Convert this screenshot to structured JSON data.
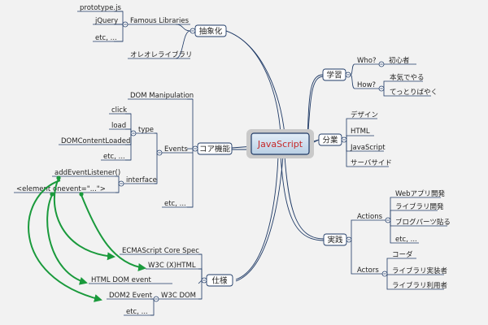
{
  "center": "JavaScript",
  "branches": {
    "abstraction": {
      "label": "抽象化",
      "famous_libraries": {
        "label": "Famous Libraries",
        "items": [
          "prototype.js",
          "jQuery",
          "etc, ..."
        ]
      },
      "own_library": "オレオレライブラリ"
    },
    "core": {
      "label": "コア機能",
      "dom_manipulation": "DOM Manipulation",
      "events": {
        "label": "Events",
        "type": {
          "label": "type",
          "items": [
            "click",
            "load",
            "DOMContentLoaded",
            "etc, ..."
          ]
        },
        "interface": {
          "label": "interface",
          "items": [
            "addEventListener()",
            "<element onevent=\"...\">"
          ]
        }
      },
      "etc": "etc, ..."
    },
    "spec": {
      "label": "仕様",
      "ecmascript": "ECMAScript Core Spec",
      "w3c_xhtml": "W3C (X)HTML",
      "html_dom_event": "HTML DOM event",
      "w3c_dom": {
        "label": "W3C DOM",
        "items": [
          "DOM2 Event",
          "etc, ..."
        ]
      }
    },
    "learning": {
      "label": "学習",
      "who": {
        "label": "Who?",
        "items": [
          "初心者"
        ]
      },
      "how": {
        "label": "How?",
        "items": [
          "本気でやる",
          "てっとりばやく"
        ]
      }
    },
    "division": {
      "label": "分業",
      "items": [
        "デザイン",
        "HTML",
        "JavaScript",
        "サーバサイド"
      ]
    },
    "practice": {
      "label": "実践",
      "actions": {
        "label": "Actions",
        "items": [
          "Webアプリ開発",
          "ライブラリ開発",
          "ブログパーツ貼る",
          "etc, ..."
        ]
      },
      "actors": {
        "label": "Actors",
        "items": [
          "コーダ",
          "ライブラリ実装者",
          "ライブラリ利用者"
        ]
      }
    }
  },
  "colors": {
    "line": "#1f3a66",
    "arrow": "#1a9a3c",
    "center_text": "#c62828"
  }
}
